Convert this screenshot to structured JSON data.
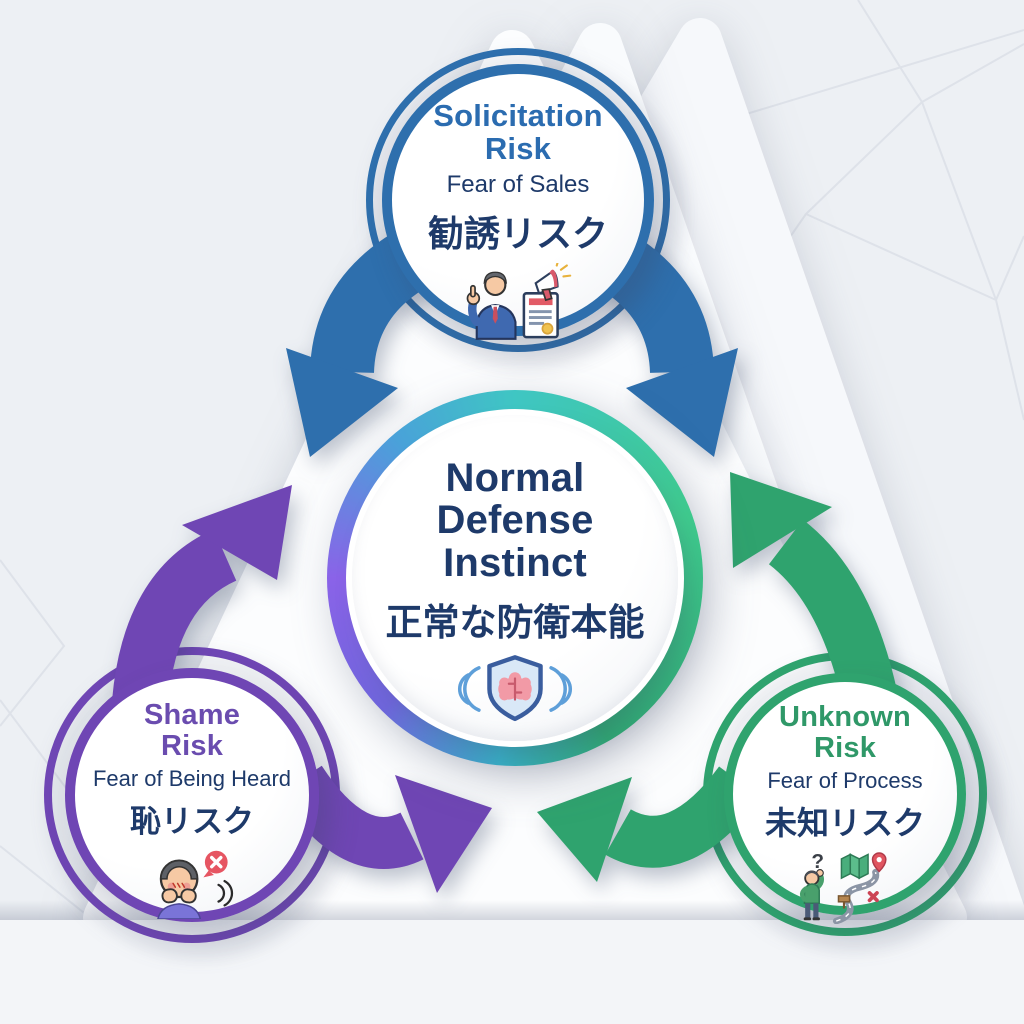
{
  "center": {
    "title": "Normal Defense Instinct",
    "title_jp": "正常な防衛本能",
    "icon": "shield-brain-icon"
  },
  "top": {
    "title": "Solicitation Risk",
    "subtitle": "Fear of Sales",
    "title_jp": "勧誘リスク",
    "icon": "salesman-megaphone-icon"
  },
  "bottom_left": {
    "title": "Shame Risk",
    "subtitle": "Fear of Being Heard",
    "title_jp": "恥リスク",
    "icon": "embarrassed-person-icon"
  },
  "bottom_right": {
    "title": "Unknown Risk",
    "subtitle": "Fear of Process",
    "title_jp": "未知リスク",
    "icon": "lost-person-map-icon",
    "question_mark": "?"
  },
  "colors": {
    "background": "#edf0f4",
    "panel": "#fbfcfe",
    "text_navy": "#1e3a6a",
    "accent_top": "#2b6cb0",
    "accent_left": "#6a4caf",
    "accent_right": "#2f9868",
    "arrow_blue": "#2e6fad",
    "arrow_purple": "#6f46b4",
    "arrow_green": "#2fa36e",
    "center_ring_gradient": [
      "#8a63e8",
      "#49a2d9",
      "#3fc6c3",
      "#3fcb8e",
      "#2fa873"
    ]
  }
}
